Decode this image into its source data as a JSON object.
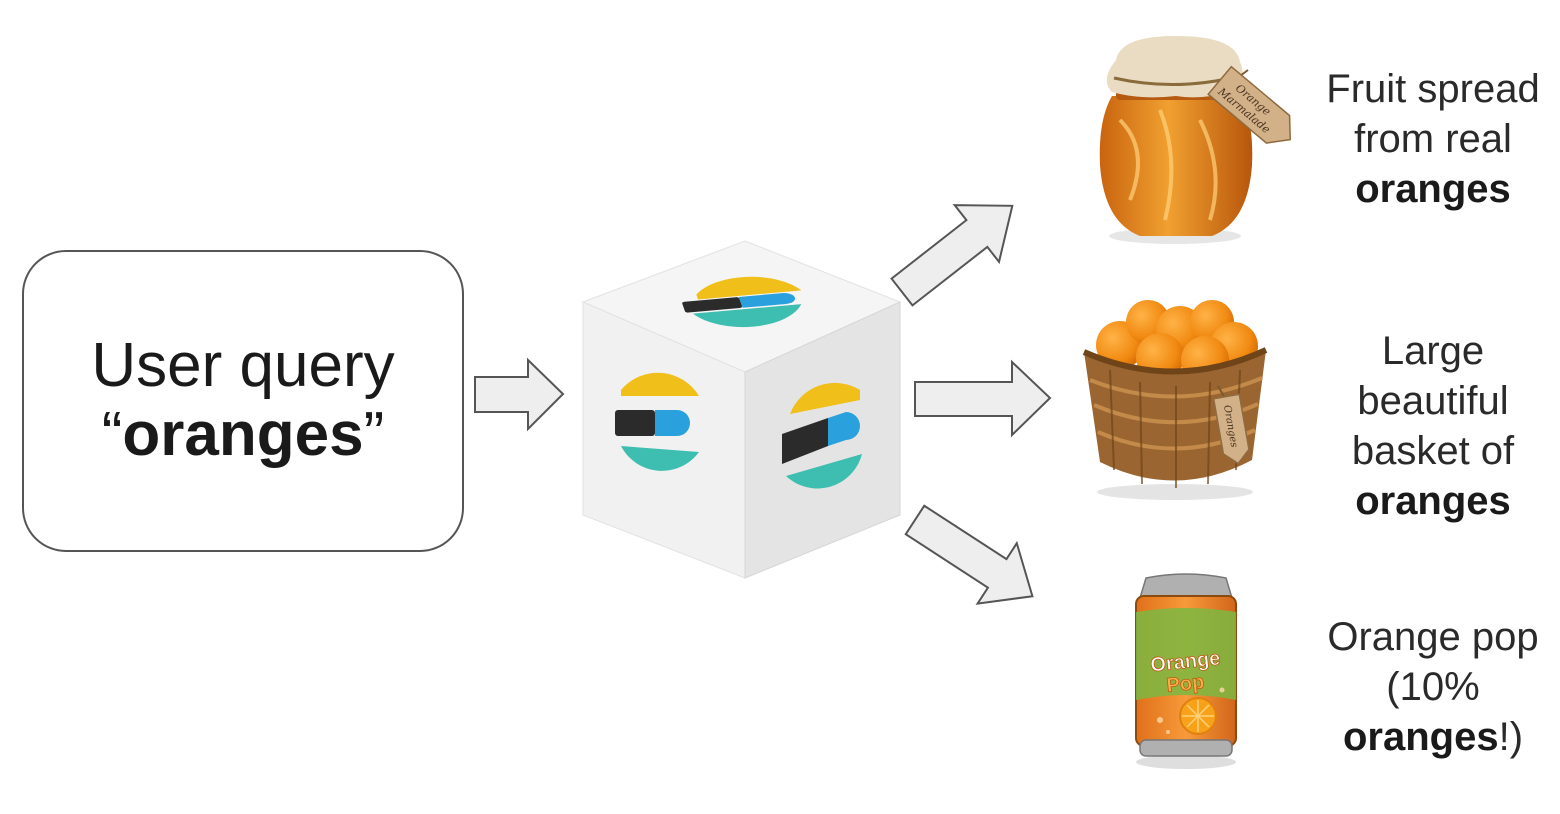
{
  "query": {
    "line1": "User query",
    "open_quote": "“",
    "term": "oranges",
    "close_quote": "”"
  },
  "engine": {
    "icon": "elasticsearch-logo-cube"
  },
  "results": [
    {
      "image": "marmalade-jar",
      "tag_text_1": "Orange",
      "tag_text_2": "Marmalade",
      "lines": [
        "Fruit spread",
        "from real"
      ],
      "bold": "oranges",
      "tail": ""
    },
    {
      "image": "orange-basket",
      "tag_text": "Oranges",
      "lines": [
        "Large",
        "beautiful",
        "basket of"
      ],
      "bold": "oranges",
      "tail": ""
    },
    {
      "image": "orange-soda-can",
      "can_text_1": "Orange",
      "can_text_2": "Pop",
      "lines": [
        "Orange pop",
        "(10%"
      ],
      "bold": "oranges",
      "tail": "!)"
    }
  ],
  "colors": {
    "arrow_fill": "#eeeeee",
    "arrow_stroke": "#555555",
    "logo_yellow": "#f0bf1a",
    "logo_black": "#2b2b2b",
    "logo_blue": "#2aa0dd",
    "logo_teal": "#3ebeb0"
  }
}
